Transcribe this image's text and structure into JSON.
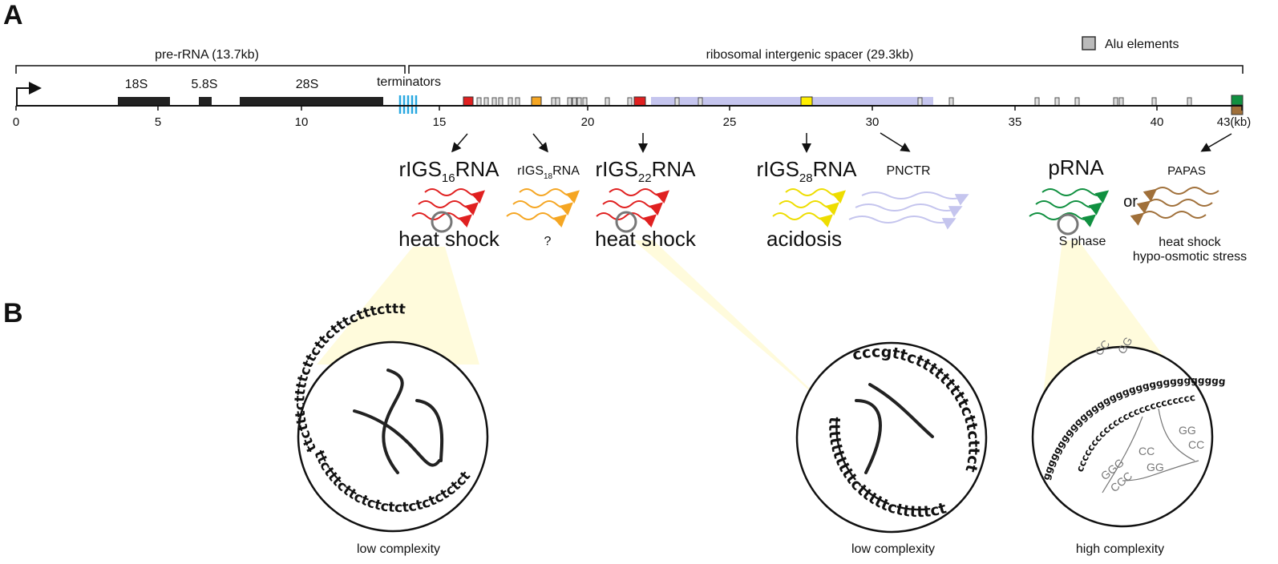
{
  "panels": {
    "a": "A",
    "b": "B"
  },
  "header": {
    "pre_rrna": "pre-rRNA (13.7kb)",
    "spacer": "ribosomal intergenic spacer (29.3kb)",
    "alu_legend": "Alu elements",
    "terminators": "terminators"
  },
  "genes": {
    "s18": "18S",
    "s58": "5.8S",
    "s28": "28S"
  },
  "axis": {
    "ticks": [
      "0",
      "5",
      "10",
      "15",
      "20",
      "25",
      "30",
      "35",
      "40",
      "43(kb)"
    ]
  },
  "transcripts": {
    "r16": {
      "prefix": "rIGS",
      "sub": "16",
      "suffix": "RNA",
      "condition": "heat shock"
    },
    "r18": {
      "prefix": "rIGS",
      "sub": "18",
      "suffix": "RNA",
      "condition": "?"
    },
    "r22": {
      "prefix": "rIGS",
      "sub": "22",
      "suffix": "RNA",
      "condition": "heat shock"
    },
    "r28": {
      "prefix": "rIGS",
      "sub": "28",
      "suffix": "RNA",
      "condition": "acidosis"
    },
    "pnctr": {
      "label": "PNCTR"
    },
    "prna": {
      "label": "pRNA",
      "condition": "S phase"
    },
    "or": "or",
    "papas": {
      "label": "PAPAS",
      "condition1": "heat shock",
      "condition2": "hypo-osmotic stress"
    }
  },
  "circles": {
    "c1": {
      "top_seq": "ttctttcttttcttcttctttctttcttt",
      "bottom_seq": "ttctttcttctctctctctctctctctctct",
      "caption": "low complexity"
    },
    "c2": {
      "top_seq": "cccgttctttttttttcttcttct",
      "bottom_seq": "ttttttttttctttttctttttctt",
      "caption": "low complexity"
    },
    "c3": {
      "seq_a": "ggggggggggggggggggggggggggggggggggggggg",
      "seq_b": "ccccccccccccccccccccccccc",
      "pairs": [
        "CC",
        "GG",
        "GG",
        "CC",
        "GG",
        "CC",
        "GGG",
        "CCC"
      ],
      "caption": "high complexity"
    }
  },
  "colors": {
    "red": "#e02020",
    "orange": "#f5a623",
    "yellow": "#ffee00",
    "lavender": "#c5c5ee",
    "green": "#109040",
    "brown": "#a0703a",
    "terminator": "#2aa8e0",
    "halo": "#fffbdc"
  }
}
